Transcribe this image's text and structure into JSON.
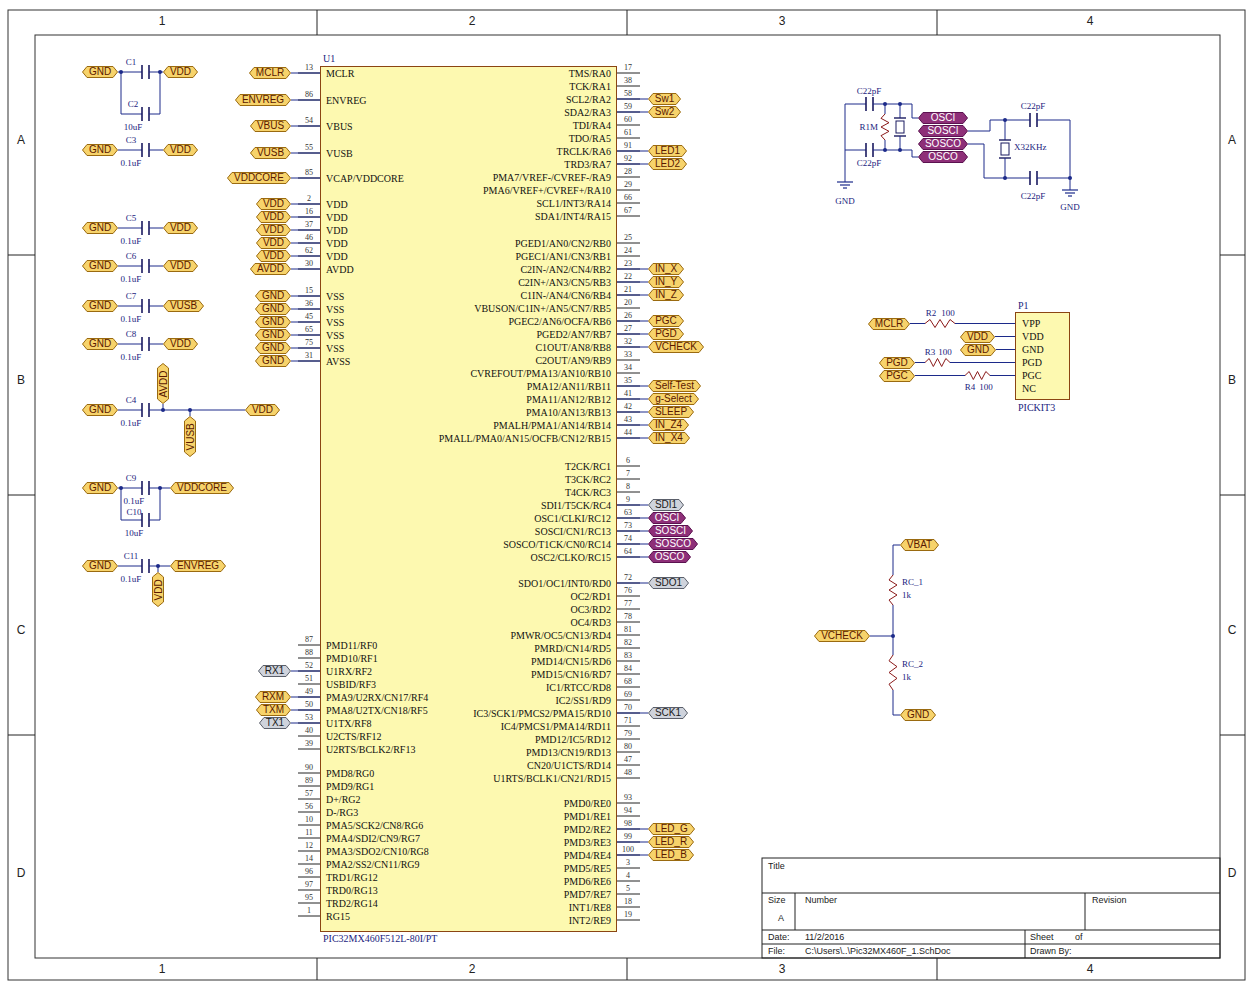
{
  "diagram": {
    "nodes": [
      {
        "text": [
          "GND"
        ]
      },
      {
        "text": [
          "VDD"
        ]
      },
      {
        "text": [
          "GND"
        ]
      },
      {
        "text": [
          "VDD"
        ]
      },
      {
        "text": [
          "GND"
        ]
      },
      {
        "text": [
          "VDD"
        ]
      },
      {
        "text": [
          "GND"
        ]
      },
      {
        "text": [
          "VDD"
        ]
      },
      {
        "text": [
          "GND"
        ]
      },
      {
        "text": [
          "VUSB"
        ]
      },
      {
        "text": [
          "GND"
        ]
      },
      {
        "text": [
          "VDD"
        ]
      },
      {
        "text": [
          "AVDD"
        ]
      },
      {
        "text": [
          "GND"
        ]
      },
      {
        "text": [
          "VDD"
        ]
      },
      {
        "text": [
          "VUSB"
        ]
      },
      {
        "text": [
          "GND"
        ]
      },
      {
        "text": [
          "VDDCORE"
        ]
      },
      {
        "text": [
          "GND"
        ]
      },
      {
        "text": [
          "ENVREG"
        ]
      },
      {
        "text": [
          "VDD"
        ]
      },
      {
        "text": [
          "MCLR"
        ]
      },
      {
        "text": [
          "ENVREG"
        ]
      },
      {
        "text": [
          "VBUS"
        ]
      },
      {
        "text": [
          "VUSB"
        ]
      },
      {
        "text": [
          "VDDCORE"
        ]
      },
      {
        "text": [
          "VDD"
        ]
      },
      {
        "text": [
          "VDD"
        ]
      },
      {
        "text": [
          "VDD"
        ]
      },
      {
        "text": [
          "VDD"
        ]
      },
      {
        "text": [
          "VDD"
        ]
      },
      {
        "text": [
          "AVDD"
        ]
      },
      {
        "text": [
          "GND"
        ]
      },
      {
        "text": [
          "GND"
        ]
      },
      {
        "text": [
          "GND"
        ]
      },
      {
        "text": [
          "GND"
        ]
      },
      {
        "text": [
          "GND"
        ]
      },
      {
        "text": [
          "GND"
        ]
      },
      {
        "text": [
          "U1",
          "PIC32MX460F512L-80I/PT"
        ]
      },
      {
        "text": [
          "RX1"
        ]
      },
      {
        "text": [
          "RXM"
        ]
      },
      {
        "text": [
          "TXM"
        ]
      },
      {
        "text": [
          "TX1"
        ]
      },
      {
        "text": [
          "Sw1"
        ]
      },
      {
        "text": [
          "Sw2"
        ]
      },
      {
        "text": [
          "LED1"
        ]
      },
      {
        "text": [
          "LED2"
        ]
      },
      {
        "text": [
          "IN_X"
        ]
      },
      {
        "text": [
          "IN_Y"
        ]
      },
      {
        "text": [
          "IN_Z"
        ]
      },
      {
        "text": [
          "PGC"
        ]
      },
      {
        "text": [
          "PGD"
        ]
      },
      {
        "text": [
          "VCHECK"
        ]
      },
      {
        "text": [
          "Self-Test"
        ]
      },
      {
        "text": [
          "g-Select"
        ]
      },
      {
        "text": [
          "SLEEP"
        ]
      },
      {
        "text": [
          "IN_Z4"
        ]
      },
      {
        "text": [
          "IN_X4"
        ]
      },
      {
        "text": [
          "SDI1"
        ]
      },
      {
        "text": [
          "OSCI"
        ]
      },
      {
        "text": [
          "SOSCI"
        ]
      },
      {
        "text": [
          "SOSCO"
        ]
      },
      {
        "text": [
          "OSCO"
        ]
      },
      {
        "text": [
          "SDO1"
        ]
      },
      {
        "text": [
          "SCK1"
        ]
      },
      {
        "text": [
          "LED_G"
        ]
      },
      {
        "text": [
          "LED_R"
        ]
      },
      {
        "text": [
          "LED_B"
        ]
      },
      {
        "text": [
          "OSCI"
        ]
      },
      {
        "text": [
          "SOSCI"
        ]
      },
      {
        "text": [
          "SOSCO"
        ]
      },
      {
        "text": [
          "OSCO"
        ]
      },
      {
        "text": [
          "MCLR"
        ]
      },
      {
        "text": [
          "VDD"
        ]
      },
      {
        "text": [
          "GND"
        ]
      },
      {
        "text": [
          "PGD"
        ]
      },
      {
        "text": [
          "PGC"
        ]
      },
      {
        "text": [
          "P1",
          "VPP",
          "VDD",
          "GND",
          "PGD",
          "PGC",
          "NC",
          "PICKIT3"
        ]
      },
      {
        "text": [
          "VBAT"
        ]
      },
      {
        "text": [
          "VCHECK"
        ]
      },
      {
        "text": [
          "GND"
        ]
      }
    ],
    "edges": [
      {
        "from": 21,
        "to": 38,
        "arrow": "none"
      },
      {
        "from": 22,
        "to": 38,
        "arrow": "none"
      },
      {
        "from": 23,
        "to": 38,
        "arrow": "none"
      },
      {
        "from": 24,
        "to": 38,
        "arrow": "none"
      },
      {
        "from": 25,
        "to": 38,
        "arrow": "none"
      },
      {
        "from": 26,
        "to": 38,
        "arrow": "none"
      },
      {
        "from": 27,
        "to": 38,
        "arrow": "none"
      },
      {
        "from": 28,
        "to": 38,
        "arrow": "none"
      },
      {
        "from": 29,
        "to": 38,
        "arrow": "none"
      },
      {
        "from": 30,
        "to": 38,
        "arrow": "none"
      },
      {
        "from": 31,
        "to": 38,
        "arrow": "none"
      },
      {
        "from": 32,
        "to": 38,
        "arrow": "none"
      },
      {
        "from": 33,
        "to": 38,
        "arrow": "none"
      },
      {
        "from": 34,
        "to": 38,
        "arrow": "none"
      },
      {
        "from": 35,
        "to": 38,
        "arrow": "none"
      },
      {
        "from": 36,
        "to": 38,
        "arrow": "none"
      },
      {
        "from": 37,
        "to": 38,
        "arrow": "none"
      },
      {
        "from": 39,
        "to": 38,
        "arrow": "none"
      },
      {
        "from": 40,
        "to": 38,
        "arrow": "none"
      },
      {
        "from": 41,
        "to": 38,
        "arrow": "none"
      },
      {
        "from": 42,
        "to": 38,
        "arrow": "none"
      },
      {
        "from": 43,
        "to": 38,
        "arrow": "none"
      },
      {
        "from": 44,
        "to": 38,
        "arrow": "none"
      },
      {
        "from": 45,
        "to": 38,
        "arrow": "none"
      },
      {
        "from": 46,
        "to": 38,
        "arrow": "none"
      },
      {
        "from": 47,
        "to": 38,
        "arrow": "none"
      },
      {
        "from": 48,
        "to": 38,
        "arrow": "none"
      },
      {
        "from": 49,
        "to": 38,
        "arrow": "none"
      },
      {
        "from": 50,
        "to": 38,
        "arrow": "none"
      },
      {
        "from": 51,
        "to": 38,
        "arrow": "none"
      },
      {
        "from": 52,
        "to": 38,
        "arrow": "none"
      },
      {
        "from": 53,
        "to": 38,
        "arrow": "none"
      },
      {
        "from": 54,
        "to": 38,
        "arrow": "none"
      },
      {
        "from": 55,
        "to": 38,
        "arrow": "none"
      },
      {
        "from": 56,
        "to": 38,
        "arrow": "none"
      },
      {
        "from": 57,
        "to": 38,
        "arrow": "none"
      },
      {
        "from": 58,
        "to": 38,
        "arrow": "none"
      },
      {
        "from": 59,
        "to": 38,
        "arrow": "none"
      },
      {
        "from": 60,
        "to": 38,
        "arrow": "none"
      },
      {
        "from": 61,
        "to": 38,
        "arrow": "none"
      },
      {
        "from": 62,
        "to": 38,
        "arrow": "none"
      },
      {
        "from": 63,
        "to": 38,
        "arrow": "none"
      },
      {
        "from": 64,
        "to": 38,
        "arrow": "none"
      },
      {
        "from": 65,
        "to": 38,
        "arrow": "none"
      },
      {
        "from": 66,
        "to": 38,
        "arrow": "none"
      },
      {
        "from": 67,
        "to": 38,
        "arrow": "none"
      },
      {
        "from": 72,
        "to": 77,
        "arrow": "none"
      },
      {
        "from": 73,
        "to": 77,
        "arrow": "none"
      },
      {
        "from": 74,
        "to": 77,
        "arrow": "none"
      },
      {
        "from": 75,
        "to": 77,
        "arrow": "none"
      },
      {
        "from": 76,
        "to": 77,
        "arrow": "none"
      }
    ],
    "labels": [
      "1",
      "2",
      "3",
      "4",
      "1",
      "2",
      "3",
      "4",
      "A",
      "B",
      "C",
      "D",
      "A",
      "B",
      "C",
      "D",
      "C1",
      "C2",
      "10uF",
      "C3",
      "0.1uF",
      "C5",
      "0.1uF",
      "C6",
      "0.1uF",
      "C7",
      "0.1uF",
      "C8",
      "0.1uF",
      "C4",
      "0.1uF",
      "C9",
      "0.1uF",
      "C10",
      "10uF",
      "C11",
      "0.1uF",
      "MCLR",
      "ENVREG",
      "VBUS",
      "VUSB",
      "VCAP/VDDCORE",
      "VDD",
      "VDD",
      "VDD",
      "VDD",
      "VDD",
      "AVDD",
      "VSS",
      "VSS",
      "VSS",
      "VSS",
      "VSS",
      "AVSS",
      "13",
      "86",
      "54",
      "55",
      "85",
      "2",
      "16",
      "37",
      "46",
      "62",
      "30",
      "15",
      "36",
      "45",
      "65",
      "75",
      "31",
      "PMD11/RF0",
      "PMD10/RF1",
      "U1RX/RF2",
      "USBID/RF3",
      "PMA9/U2RX/CN17/RF4",
      "PMA8/U2TX/CN18/RF5",
      "U1TX/RF8",
      "U2CTS/RF12",
      "U2RTS/BCLK2/RF13",
      "PMD8/RG0",
      "PMD9/RG1",
      "D+/RG2",
      "D-/RG3",
      "PMA5/SCK2/CN8/RG6",
      "PMA4/SDI2/CN9/RG7",
      "PMA3/SDO2/CN10/RG8",
      "PMA2/SS2/CN11/RG9",
      "TRD1/RG12",
      "TRD0/RG13",
      "TRD2/RG14",
      "RG15",
      "87",
      "88",
      "52",
      "51",
      "49",
      "50",
      "53",
      "40",
      "39",
      "90",
      "89",
      "57",
      "56",
      "10",
      "11",
      "12",
      "14",
      "96",
      "97",
      "95",
      "1",
      "TMS/RA0",
      "TCK/RA1",
      "SCL2/RA2",
      "SDA2/RA3",
      "TDI/RA4",
      "TDO/RA5",
      "TRCLK/RA6",
      "TRD3/RA7",
      "PMA7/VREF-/CVREF-/RA9",
      "PMA6/VREF+/CVREF+/RA10",
      "SCL1/INT3/RA14",
      "SDA1/INT4/RA15",
      "17",
      "38",
      "58",
      "59",
      "60",
      "61",
      "91",
      "92",
      "28",
      "29",
      "66",
      "67",
      "PGED1/AN0/CN2/RB0",
      "PGEC1/AN1/CN3/RB1",
      "C2IN-/AN2/CN4/RB2",
      "C2IN+/AN3/CN5/RB3",
      "C1IN-/AN4/CN6/RB4",
      "VBUSON/C1IN+/AN5/CN7/RB5",
      "PGEC2/AN6/OCFA/RB6",
      "PGED2/AN7/RB7",
      "C1OUT/AN8/RB8",
      "C2OUT/AN9/RB9",
      "CVREFOUT/PMA13/AN10/RB10",
      "PMA12/AN11/RB11",
      "PMA11/AN12/RB12",
      "PMA10/AN13/RB13",
      "PMALH/PMA1/AN14/RB14",
      "PMALL/PMA0/AN15/OCFB/CN12/RB15",
      "25",
      "24",
      "23",
      "22",
      "21",
      "20",
      "26",
      "27",
      "32",
      "33",
      "34",
      "35",
      "41",
      "42",
      "43",
      "44",
      "T2CK/RC1",
      "T3CK/RC2",
      "T4CK/RC3",
      "SDI1/T5CK/RC4",
      "OSC1/CLKI/RC12",
      "SOSCI/CN1/RC13",
      "SOSCO/T1CK/CN0/RC14",
      "OSC2/CLKO/RC15",
      "6",
      "7",
      "8",
      "9",
      "63",
      "73",
      "74",
      "64",
      "SDO1/OC1/INT0/RD0",
      "OC2/RD1",
      "OC3/RD2",
      "OC4/RD3",
      "PMWR/OC5/CN13/RD4",
      "PMRD/CN14/RD5",
      "PMD14/CN15/RD6",
      "PMD15/CN16/RD7",
      "IC1/RTCC/RD8",
      "IC2/SS1/RD9",
      "IC3/SCK1/PMCS2/PMA15/RD10",
      "IC4/PMCS1/PMA14/RD11",
      "PMD12/IC5/RD12",
      "PMD13/CN19/RD13",
      "CN20/U1CTS/RD14",
      "U1RTS/BCLK1/CN21/RD15",
      "72",
      "76",
      "77",
      "78",
      "81",
      "82",
      "83",
      "84",
      "68",
      "69",
      "70",
      "71",
      "79",
      "80",
      "47",
      "48",
      "PMD0/RE0",
      "PMD1/RE1",
      "PMD2/RE2",
      "PMD3/RE3",
      "PMD4/RE4",
      "PMD5/RE5",
      "PMD6/RE6",
      "PMD7/RE7",
      "INT1/RE8",
      "INT2/RE9",
      "93",
      "94",
      "98",
      "99",
      "100",
      "3",
      "4",
      "5",
      "18",
      "19",
      "C22pF",
      "R1M",
      "C22pF",
      "GND",
      "C22pF",
      "X32KHz",
      "C22pF",
      "GND",
      "R2",
      "100",
      "R3",
      "100",
      "R4",
      "100",
      "RC_1",
      "1k",
      "RC_2",
      "1k",
      "Title",
      "Size",
      "A",
      "Number",
      "Revision",
      "Date:",
      "11/2/2016",
      "Sheet",
      "of",
      "File:",
      "C:\\Users\\..\\Pic32MX460F_1.SchDoc",
      "Drawn By:"
    ]
  }
}
